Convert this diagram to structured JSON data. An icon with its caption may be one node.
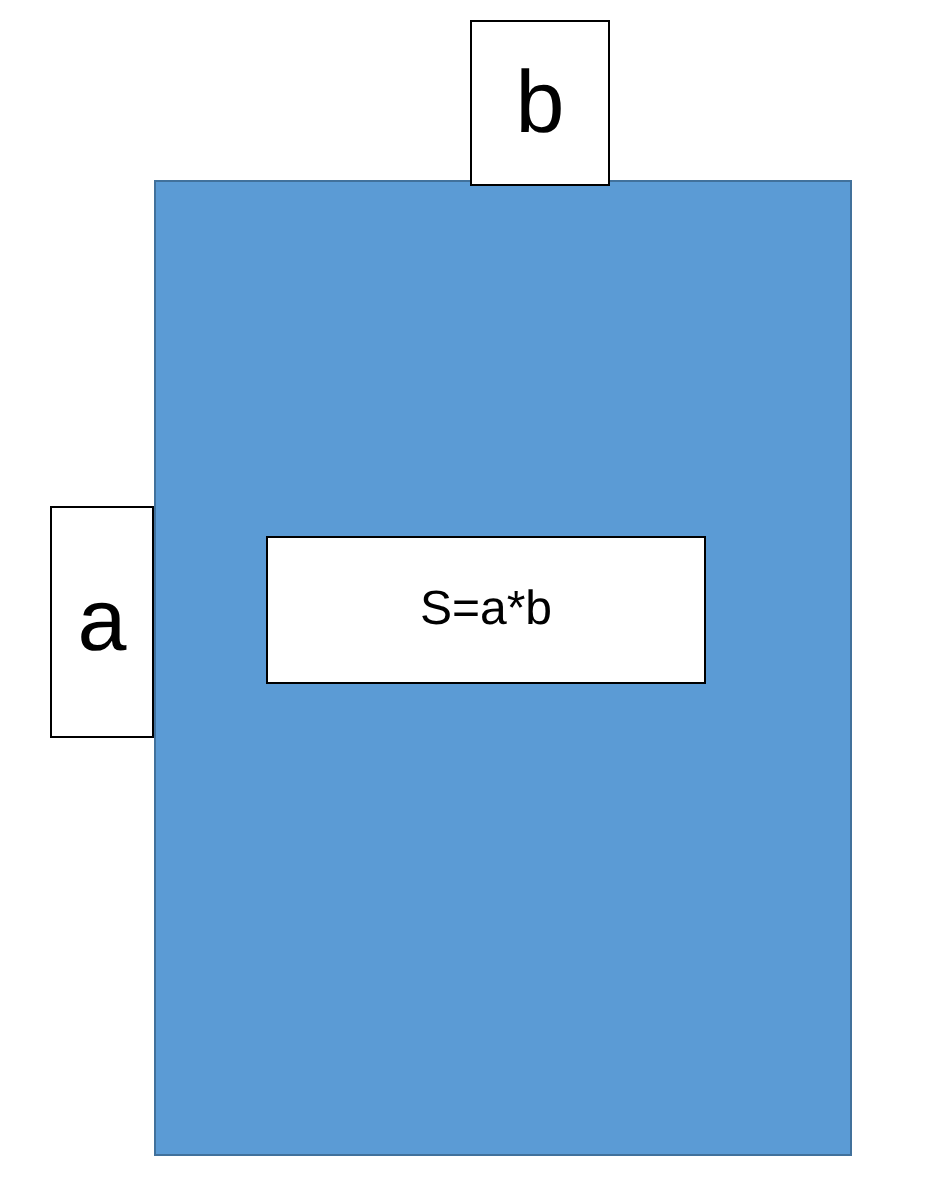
{
  "diagram": {
    "nodes": [
      {
        "text": [
          "b"
        ]
      },
      {
        "text": [],
        "shape": "box"
      },
      {
        "text": [
          "a"
        ]
      },
      {
        "text": [
          "S=a*b"
        ],
        "in": 1
      }
    ]
  }
}
